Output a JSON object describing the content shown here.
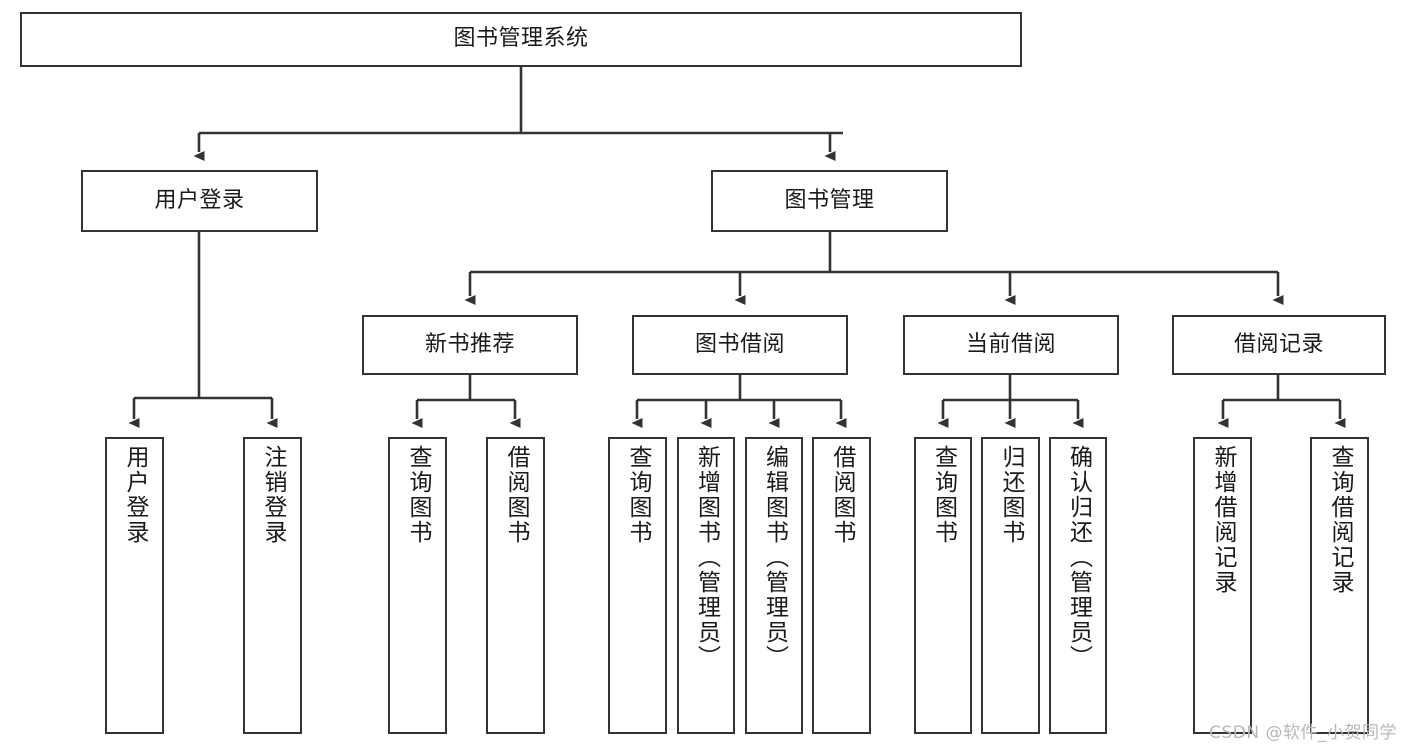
{
  "diagram": {
    "title": "图书管理系统",
    "type": "tree-hierarchy-chart",
    "stroke_color": "#333333",
    "background_color": "#ffffff",
    "text_color": "#1a1a1a"
  },
  "nodes": {
    "root": {
      "label": "图书管理系统",
      "level": 1
    },
    "level2": [
      {
        "id": "user-login",
        "label": "用户登录"
      },
      {
        "id": "book-manage",
        "label": "图书管理"
      }
    ],
    "level3": [
      {
        "id": "new-book-recommend",
        "label": "新书推荐"
      },
      {
        "id": "book-borrow",
        "label": "图书借阅"
      },
      {
        "id": "current-borrow",
        "label": "当前借阅"
      },
      {
        "id": "borrow-record",
        "label": "借阅记录"
      }
    ],
    "leaves": {
      "user_login": [
        {
          "id": "leaf-user-login",
          "label": "用户登录"
        },
        {
          "id": "leaf-logout-login",
          "label": "注销登录"
        }
      ],
      "new_book_recommend": [
        {
          "id": "leaf-query-book-1",
          "label": "查询图书"
        },
        {
          "id": "leaf-borrow-book-1",
          "label": "借阅图书"
        }
      ],
      "book_borrow": [
        {
          "id": "leaf-query-book-2",
          "label": "查询图书"
        },
        {
          "id": "leaf-add-book",
          "label": "新增图书（管理员）"
        },
        {
          "id": "leaf-edit-book",
          "label": "编辑图书（管理员）"
        },
        {
          "id": "leaf-borrow-book-2",
          "label": "借阅图书"
        }
      ],
      "current_borrow": [
        {
          "id": "leaf-query-book-3",
          "label": "查询图书"
        },
        {
          "id": "leaf-return-book",
          "label": "归还图书"
        },
        {
          "id": "leaf-confirm-return",
          "label": "确认归还（管理员）"
        }
      ],
      "borrow_record": [
        {
          "id": "leaf-add-borrow-record",
          "label": "新增借阅记录"
        },
        {
          "id": "leaf-query-borrow-record",
          "label": "查询借阅记录"
        }
      ]
    }
  },
  "watermark": {
    "text": "CSDN @软件_小贺同学"
  }
}
